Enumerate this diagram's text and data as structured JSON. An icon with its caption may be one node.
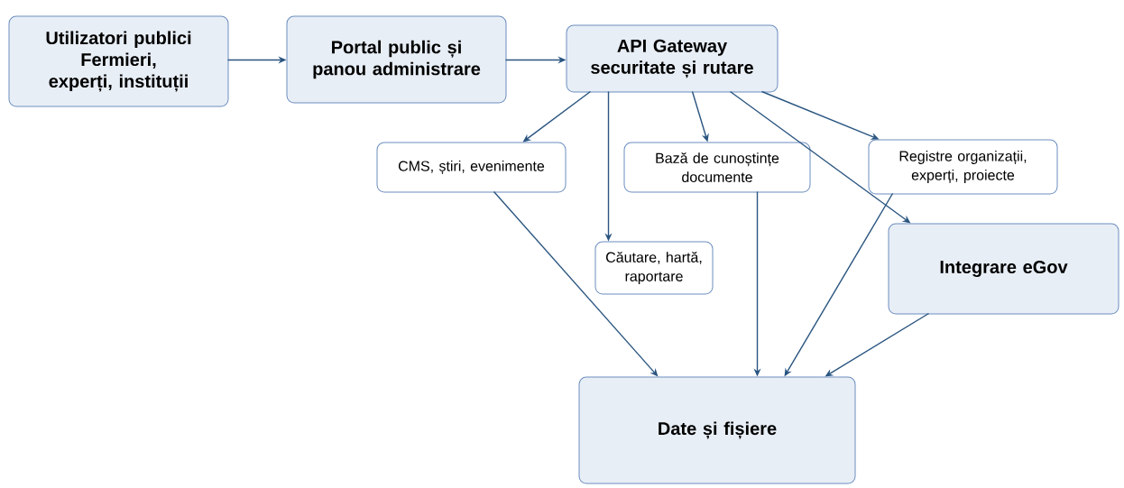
{
  "diagram": {
    "nodes": [
      {
        "text": [
          "Utilizatori publici",
          "Fermieri, experți, instituții"
        ]
      },
      {
        "text": [
          "Portal public și panou administrare"
        ]
      },
      {
        "text": [
          "API Gateway",
          "securitate și rutare"
        ]
      },
      {
        "text": [
          "CMS, știri, evenimente"
        ]
      },
      {
        "text": [
          "Bază de cunoștințe",
          "documente"
        ]
      },
      {
        "text": [
          "Registre organizații, experți, proiecte"
        ]
      },
      {
        "text": [
          "Căutare, hartă, raportare"
        ]
      },
      {
        "text": [
          "Integrare eGov"
        ]
      },
      {
        "text": [
          "Date și fișiere"
        ]
      }
    ],
    "edges": [
      {
        "from": 0,
        "to": 1,
        "arrow": "to"
      },
      {
        "from": 1,
        "to": 2,
        "arrow": "to"
      },
      {
        "from": 2,
        "to": 3,
        "arrow": "to"
      },
      {
        "from": 2,
        "to": 4,
        "arrow": "to"
      },
      {
        "from": 2,
        "to": 6,
        "arrow": "to"
      },
      {
        "from": 2,
        "to": 5,
        "arrow": "to"
      },
      {
        "from": 2,
        "to": 7,
        "arrow": "to"
      },
      {
        "from": 3,
        "to": 8,
        "arrow": "to"
      },
      {
        "from": 4,
        "to": 8,
        "arrow": "to"
      },
      {
        "from": 5,
        "to": 8,
        "arrow": "to"
      },
      {
        "from": 7,
        "to": 8,
        "arrow": "to"
      }
    ]
  }
}
